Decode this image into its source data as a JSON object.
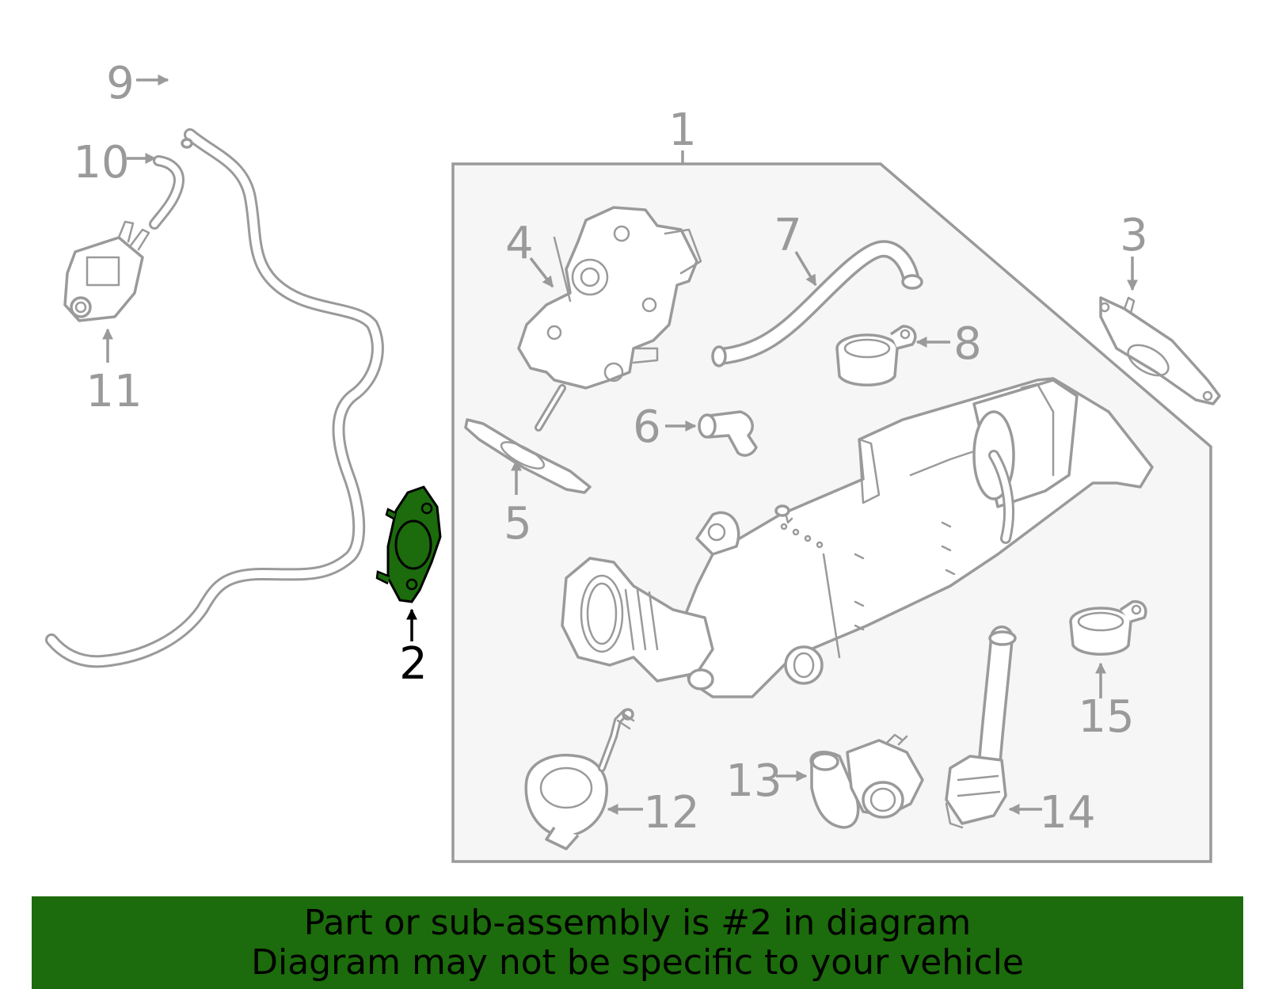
{
  "callouts": {
    "c1": "1",
    "c2": "2",
    "c3": "3",
    "c4": "4",
    "c5": "5",
    "c6": "6",
    "c7": "7",
    "c8": "8",
    "c9": "9",
    "c10": "10",
    "c11": "11",
    "c12": "12",
    "c13": "13",
    "c14": "14",
    "c15": "15"
  },
  "highlighted_part": "2",
  "colors": {
    "highlight": "#1c6b0c",
    "line": "#9a9a9a",
    "assembly_bg": "#f6f6f6",
    "banner": "#1c6b0c"
  },
  "banner": {
    "line1": "Part or sub-assembly is #2 in diagram",
    "line2": "Diagram may not be specific to your vehicle"
  }
}
